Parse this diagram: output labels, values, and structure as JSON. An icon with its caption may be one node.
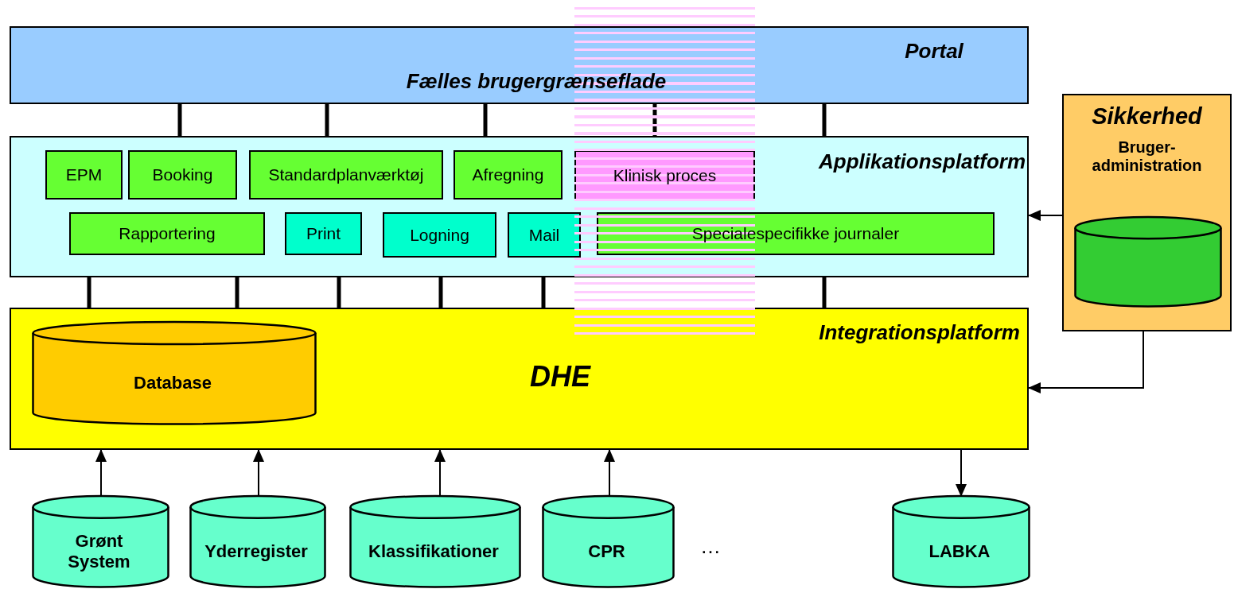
{
  "diagram": {
    "nodes": [
      {
        "text": [
          "Portal",
          "Fælles brugergrænseflade"
        ]
      },
      {
        "text": [
          "Applikationsplatform"
        ]
      },
      {
        "text": [
          "EPM"
        ],
        "in": 1
      },
      {
        "text": [
          "Booking"
        ],
        "in": 1
      },
      {
        "text": [
          "Standardplanværktøj"
        ],
        "in": 1
      },
      {
        "text": [
          "Afregning"
        ],
        "in": 1
      },
      {
        "text": [
          "Klinisk proces"
        ],
        "in": 1
      },
      {
        "text": [
          "Rapportering"
        ],
        "in": 1
      },
      {
        "text": [
          "Print"
        ],
        "in": 1
      },
      {
        "text": [
          "Logning"
        ],
        "in": 1
      },
      {
        "text": [
          "Mail"
        ],
        "in": 1
      },
      {
        "text": [
          "Specialespecifikke journaler"
        ],
        "in": 1
      },
      {
        "text": [
          "Sikkerhed",
          "Bruger-administration"
        ]
      },
      {
        "text": [],
        "shape": "cylinder",
        "in": 12
      },
      {
        "text": [
          "Integrationsplatform",
          "DHE"
        ]
      },
      {
        "text": [
          "Database"
        ],
        "in": 14
      },
      {
        "text": [
          "Grønt System"
        ]
      },
      {
        "text": [
          "Yderregister"
        ]
      },
      {
        "text": [
          "Klassifikationer"
        ]
      },
      {
        "text": [
          "CPR"
        ]
      },
      {
        "text": [
          "LABKA"
        ]
      }
    ],
    "edges": [
      {
        "from": 0,
        "to": 1,
        "arrow": "none"
      },
      {
        "from": 0,
        "to": 1,
        "arrow": "none"
      },
      {
        "from": 0,
        "to": 1,
        "arrow": "none"
      },
      {
        "from": 0,
        "to": 1,
        "arrow": "none"
      },
      {
        "from": 0,
        "to": 1,
        "arrow": "none"
      },
      {
        "from": 1,
        "to": 14,
        "arrow": "none"
      },
      {
        "from": 1,
        "to": 14,
        "arrow": "none"
      },
      {
        "from": 1,
        "to": 14,
        "arrow": "none"
      },
      {
        "from": 1,
        "to": 14,
        "arrow": "none"
      },
      {
        "from": 1,
        "to": 14,
        "arrow": "none"
      },
      {
        "from": 1,
        "to": 14,
        "arrow": "none"
      },
      {
        "from": 12,
        "to": 1,
        "arrow": "to"
      },
      {
        "from": 12,
        "to": 14,
        "arrow": "to"
      },
      {
        "from": 16,
        "to": 14,
        "arrow": "to"
      },
      {
        "from": 17,
        "to": 14,
        "arrow": "to"
      },
      {
        "from": 18,
        "to": 14,
        "arrow": "to"
      },
      {
        "from": 19,
        "to": 14,
        "arrow": "to"
      },
      {
        "from": 14,
        "to": 20,
        "arrow": "to"
      }
    ],
    "labels": [
      "…"
    ]
  }
}
